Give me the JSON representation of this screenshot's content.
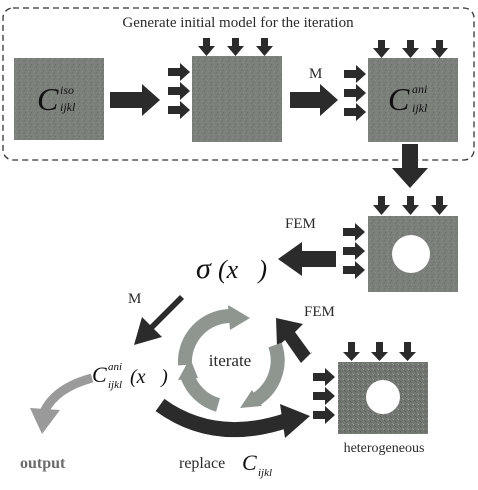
{
  "header": {
    "title": "Generate initial model for the iteration"
  },
  "labels": {
    "iso_C": "C",
    "iso_sup": "iso",
    "iso_sub": "ijkl",
    "ani_C": "C",
    "ani_sup": "ani",
    "ani_sub": "ijkl",
    "m_top": "M",
    "fem_left": "FEM",
    "sigma": "σ",
    "sigma_arg": "(x⃗)",
    "m_left": "M",
    "fem_right": "FEM",
    "cx_C": "C",
    "cx_sup": "ani",
    "cx_sub": "ijkl",
    "cx_arg": "(x⃗)",
    "iterate": "iterate",
    "output": "output",
    "replace_text": "replace",
    "replace_C": "C",
    "replace_sub": "ijkl",
    "heterogeneous": "heterogeneous"
  },
  "colors": {
    "arrow": "#2b2b2b",
    "panel": "#7c807b",
    "panel_dark": "#5f635e",
    "output_arrow": "#9a9a9a",
    "cycle_arrow": "#8f9690",
    "text": "#2a2a2a",
    "output_text": "#6b6b6b"
  }
}
